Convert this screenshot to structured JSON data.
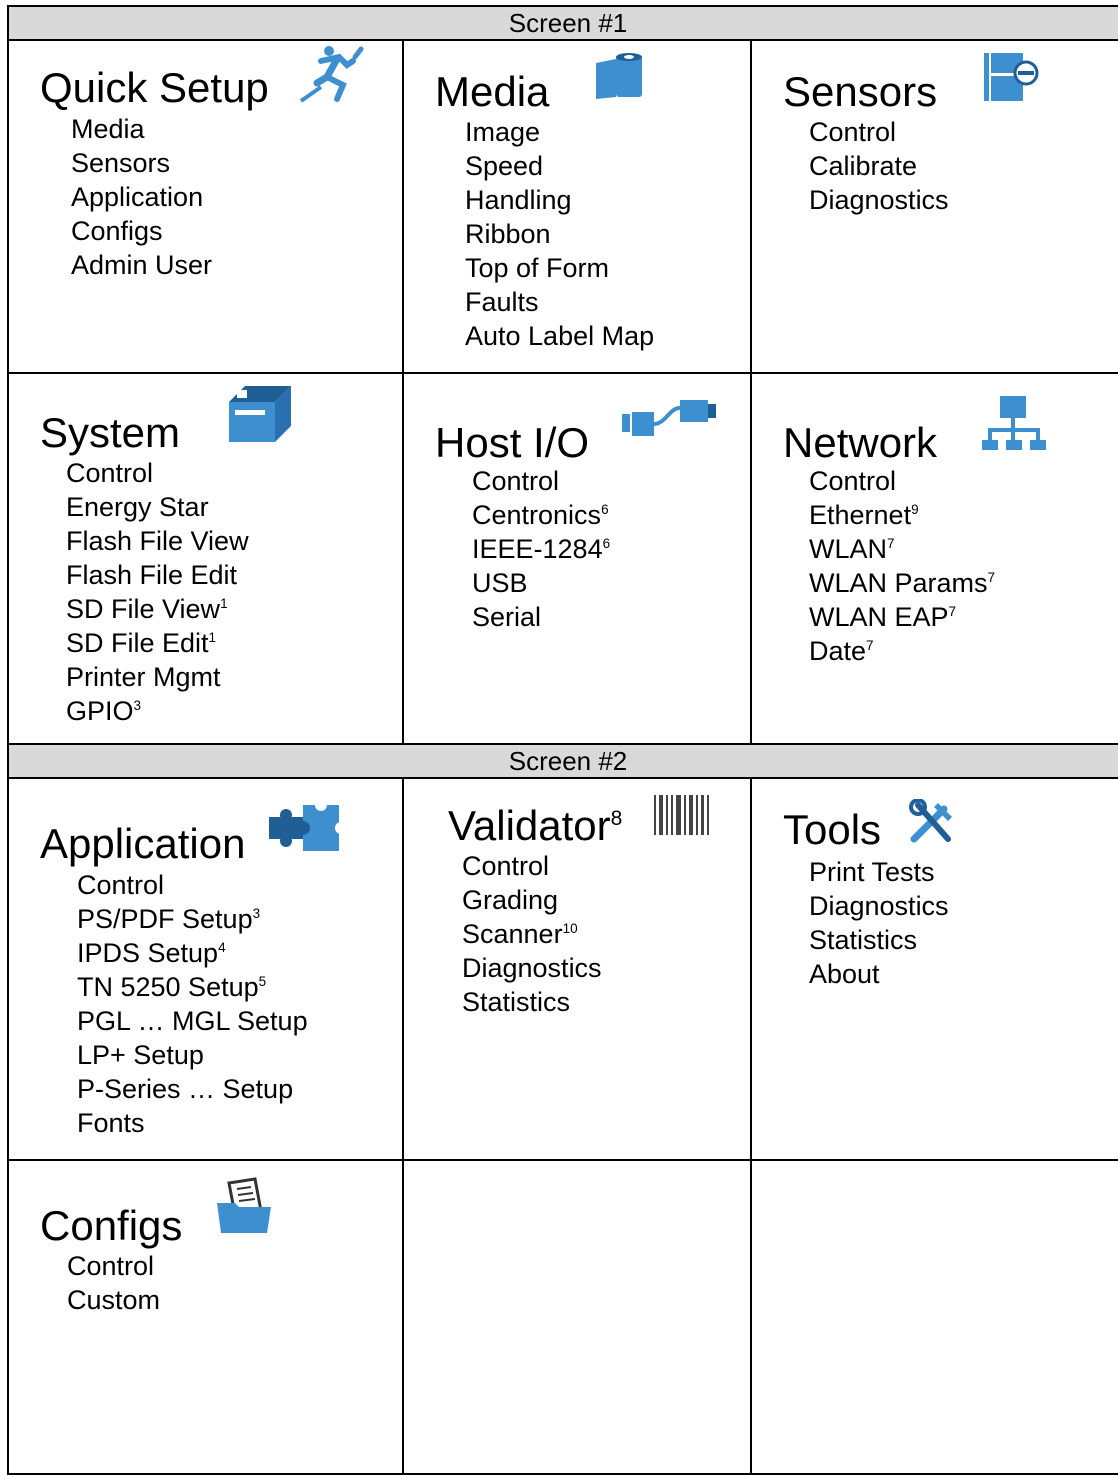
{
  "screens": [
    {
      "label": "Screen #1"
    },
    {
      "label": "Screen #2"
    }
  ],
  "colors": {
    "icon_blue": "#3d8fd0",
    "icon_dark": "#1f5f96",
    "banner": "#d9d9d9"
  },
  "menus": {
    "quick_setup": {
      "title": "Quick Setup",
      "icon": "running-person-icon",
      "items": [
        "Media",
        "Sensors",
        "Application",
        "Configs",
        "Admin User"
      ]
    },
    "media": {
      "title": "Media",
      "icon": "media-roll-icon",
      "items": [
        "Image",
        "Speed",
        "Handling",
        "Ribbon",
        "Top of Form",
        "Faults",
        "Auto Label Map"
      ]
    },
    "sensors": {
      "title": "Sensors",
      "icon": "sensor-icon",
      "items": [
        "Control",
        "Calibrate",
        "Diagnostics"
      ]
    },
    "system": {
      "title": "System",
      "icon": "printer-icon",
      "items": [
        "Control",
        "Energy Star",
        "Flash File View",
        "Flash File Edit",
        {
          "text": "SD File View",
          "sup": "1"
        },
        {
          "text": "SD File Edit",
          "sup": "1"
        },
        "Printer Mgmt",
        {
          "text": "GPIO",
          "sup": "3"
        }
      ]
    },
    "host_io": {
      "title": "Host I/O",
      "icon": "cable-connector-icon",
      "items": [
        "Control",
        {
          "text": "Centronics",
          "sup": "6"
        },
        {
          "text": "IEEE-1284",
          "sup": "6"
        },
        "USB",
        "Serial"
      ]
    },
    "network": {
      "title": "Network",
      "icon": "network-icon",
      "items": [
        "Control",
        {
          "text": "Ethernet",
          "sup": "9"
        },
        {
          "text": "WLAN",
          "sup": "7"
        },
        {
          "text": "WLAN Params",
          "sup": "7"
        },
        {
          "text": "WLAN EAP",
          "sup": "7"
        },
        {
          "text": "Date",
          "sup": "7"
        }
      ]
    },
    "application": {
      "title": "Application",
      "icon": "puzzle-icon",
      "items": [
        "Control",
        {
          "text": "PS/PDF Setup",
          "sup": "3"
        },
        {
          "text": "IPDS Setup",
          "sup": "4"
        },
        {
          "text": "TN 5250 Setup",
          "sup": "5"
        },
        "PGL … MGL Setup",
        "LP+ Setup",
        "P-Series … Setup",
        "Fonts"
      ]
    },
    "validator": {
      "title": "Validator",
      "title_sup": "8",
      "icon": "barcode-icon",
      "items": [
        "Control",
        "Grading",
        {
          "text": "Scanner",
          "sup": "10"
        },
        "Diagnostics",
        "Statistics"
      ]
    },
    "tools": {
      "title": "Tools",
      "icon": "tools-icon",
      "items": [
        "Print Tests",
        "Diagnostics",
        "Statistics",
        "About"
      ]
    },
    "configs": {
      "title": "Configs",
      "icon": "folder-icon",
      "items": [
        "Control",
        "Custom"
      ]
    }
  }
}
